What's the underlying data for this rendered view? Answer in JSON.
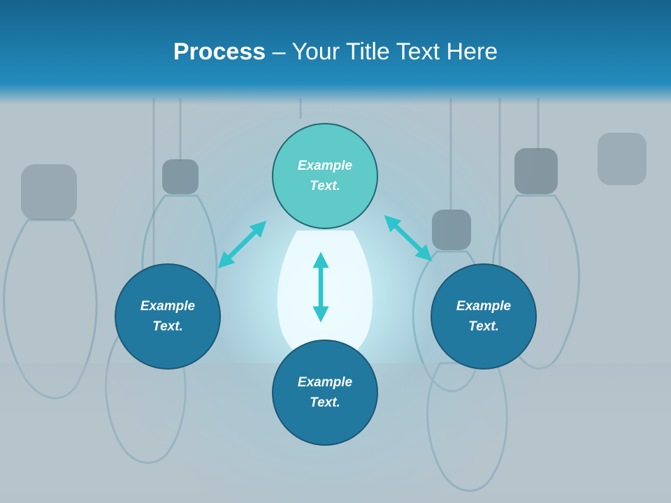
{
  "slide": {
    "title_bold": "Process",
    "title_rest": " – Your Title Text Here"
  },
  "diagram": {
    "nodes": [
      {
        "id": "top",
        "text": "Example Text."
      },
      {
        "id": "left",
        "text": "Example Text."
      },
      {
        "id": "right",
        "text": "Example Text."
      },
      {
        "id": "bottom",
        "text": "Example Text."
      }
    ]
  },
  "colors": {
    "header": "#1f7aa8",
    "primary_node": "#5fcac8",
    "secondary_node": "#22799f",
    "arrow": "#2fc4cc"
  }
}
